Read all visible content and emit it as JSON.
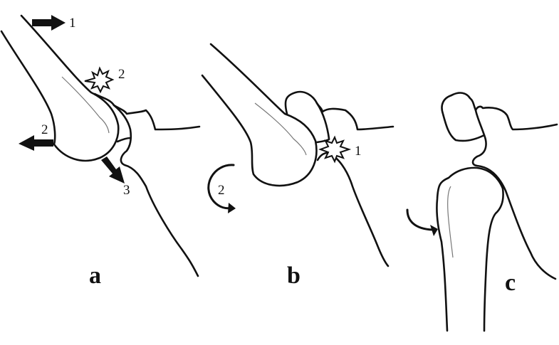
{
  "figure": {
    "panels": [
      {
        "id": "a",
        "label": "a",
        "annotations": [
          {
            "type": "arrow",
            "direction": "right",
            "number": "1"
          },
          {
            "type": "impact-star",
            "number": "2"
          },
          {
            "type": "arrow",
            "direction": "left",
            "number": "2"
          },
          {
            "type": "arrow",
            "direction": "down-right",
            "number": "3"
          }
        ]
      },
      {
        "id": "b",
        "label": "b",
        "annotations": [
          {
            "type": "impact-star",
            "number": "1"
          },
          {
            "type": "curved-arrow",
            "direction": "clockwise",
            "number": "2"
          }
        ]
      },
      {
        "id": "c",
        "label": "c",
        "annotations": [
          {
            "type": "curved-arrow",
            "direction": "clockwise",
            "number": ""
          }
        ]
      }
    ],
    "colors": {
      "line": "#111111",
      "background": "#ffffff",
      "detail": "#777777"
    }
  }
}
